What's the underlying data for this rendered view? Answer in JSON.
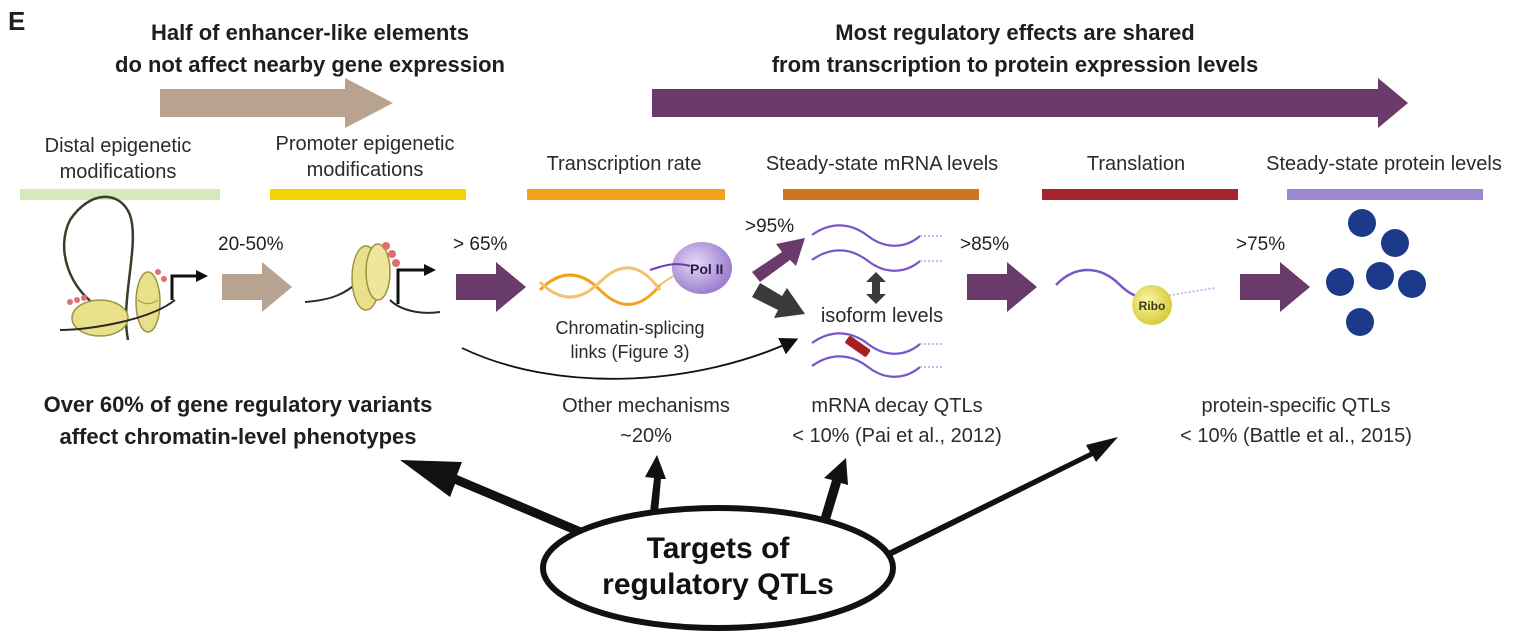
{
  "panel_letter": "E",
  "headlines": {
    "left": [
      "Half of enhancer-like elements",
      "do not affect nearby gene expression"
    ],
    "right": [
      "Most regulatory effects are shared",
      "from transcription to protein expression levels"
    ]
  },
  "stages": [
    {
      "lines": [
        "Distal epigenetic",
        "modifications"
      ],
      "bar_color": "#d7e8bc"
    },
    {
      "lines": [
        "Promoter epigenetic",
        "modifications"
      ],
      "bar_color": "#f4d400"
    },
    {
      "lines": [
        "Transcription rate"
      ],
      "bar_color": "#f2a31d"
    },
    {
      "lines": [
        "Steady-state mRNA levels"
      ],
      "bar_color": "#d0731f"
    },
    {
      "lines": [
        "Translation"
      ],
      "bar_color": "#a7232e"
    },
    {
      "lines": [
        "Steady-state protein levels"
      ],
      "bar_color": "#9b88cf"
    }
  ],
  "percentages": {
    "p1": "20-50%",
    "p2": "> 65%",
    "p3": ">95%",
    "p4": ">85%",
    "p5": ">75%"
  },
  "inline_labels": {
    "pol": "Pol II",
    "ribo": "Ribo",
    "isoform": "isoform levels",
    "splicing": [
      "Chromatin-splicing",
      "links (Figure 3)"
    ]
  },
  "targets": {
    "chromatin": [
      "Over 60% of gene regulatory variants",
      "affect chromatin-level phenotypes"
    ],
    "other": [
      "Other mechanisms",
      "~20%"
    ],
    "decay": [
      "mRNA decay QTLs",
      "< 10% (Pai et al., 2012)"
    ],
    "protein": [
      "protein-specific QTLs",
      "< 10% (Battle et al., 2015)"
    ]
  },
  "center": [
    "Targets of",
    "regulatory QTLs"
  ],
  "colors": {
    "tan": "#b7a38f",
    "purple": "#6a3a6a",
    "dark_gray": "#3a3a3a",
    "protein_blue": "#1d3a8a",
    "yellow_nucleosome": "#e8e08a",
    "mrna_purple": "#7a55c8"
  }
}
